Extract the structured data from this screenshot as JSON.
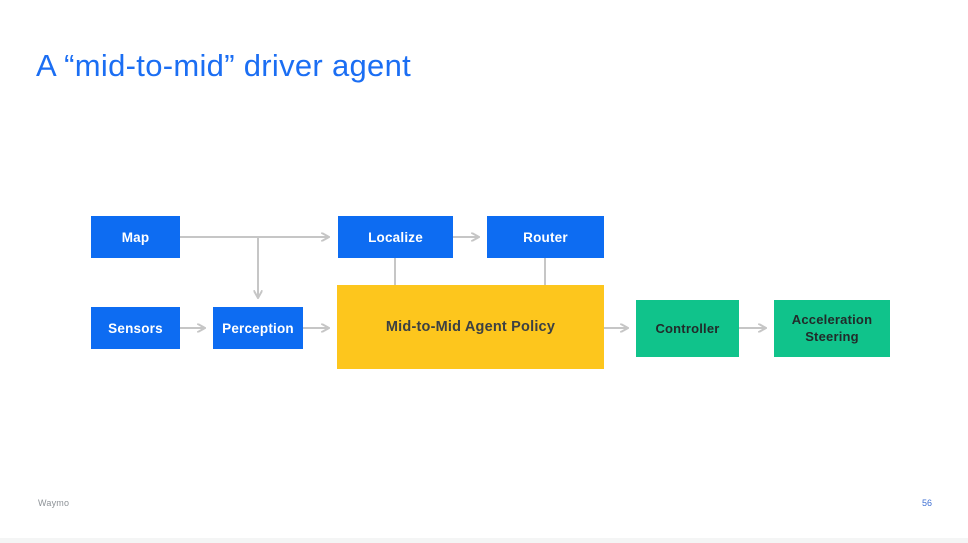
{
  "slide": {
    "title": "A “mid-to-mid” driver agent",
    "footer": {
      "brand": "Waymo",
      "page_number": "56"
    }
  },
  "colors": {
    "title_blue": "#1b6ef3",
    "node_blue": "#0d6cf2",
    "node_yellow": "#fdc61d",
    "node_green": "#10c38b",
    "arrow_gray": "#c6c6c6",
    "yellow_text": "#3c4043",
    "green_text": "#212b2a",
    "footer_gray": "#8d9297",
    "page_number_blue": "#3e6fd3"
  },
  "diagram": {
    "nodes": {
      "map": {
        "label": "Map"
      },
      "sensors": {
        "label": "Sensors"
      },
      "perception": {
        "label": "Perception"
      },
      "localize": {
        "label": "Localize"
      },
      "router": {
        "label": "Router"
      },
      "policy": {
        "label": "Mid-to-Mid Agent Policy"
      },
      "controller": {
        "label": "Controller"
      },
      "output": {
        "label_line1": "Acceleration",
        "label_line2": "Steering"
      }
    },
    "connectors": [
      {
        "from": "map",
        "to": "localize",
        "arrowhead": true
      },
      {
        "from": "map",
        "to": "perception",
        "arrowhead": true
      },
      {
        "from": "sensors",
        "to": "perception",
        "arrowhead": true
      },
      {
        "from": "perception",
        "to": "policy",
        "arrowhead": true
      },
      {
        "from": "localize",
        "to": "router",
        "arrowhead": true
      },
      {
        "from": "localize",
        "to": "policy",
        "arrowhead": false
      },
      {
        "from": "router",
        "to": "policy",
        "arrowhead": false
      },
      {
        "from": "policy",
        "to": "controller",
        "arrowhead": true
      },
      {
        "from": "controller",
        "to": "output",
        "arrowhead": true
      }
    ]
  }
}
